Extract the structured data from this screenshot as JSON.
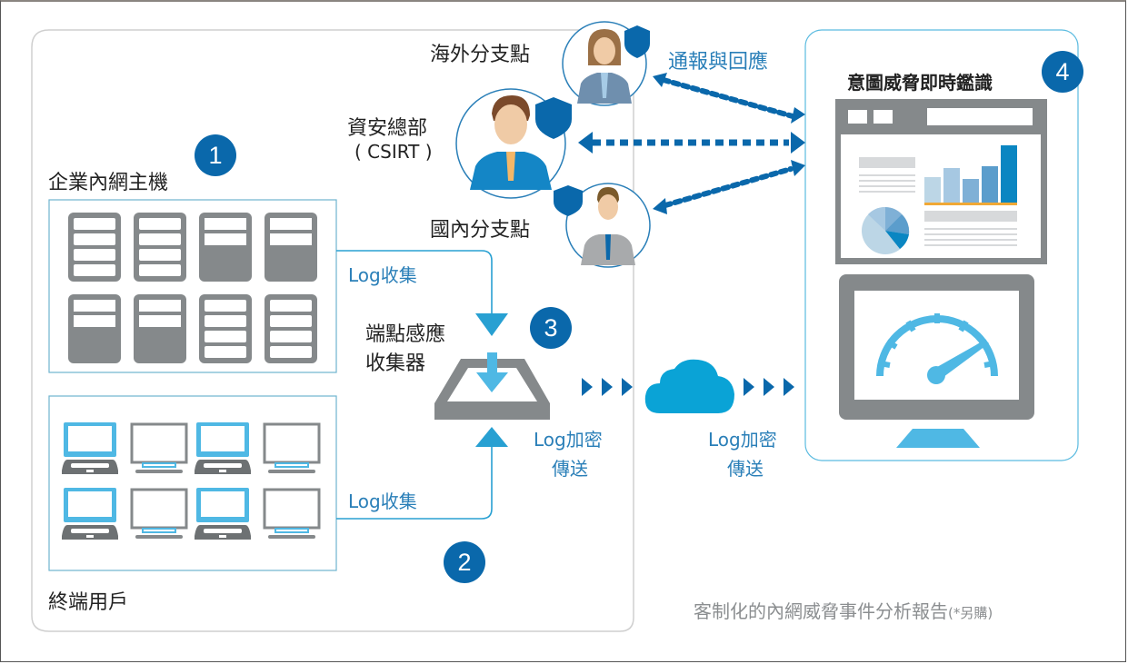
{
  "colors": {
    "badge": "#0a68ab",
    "accent_light": "#4fb8e4",
    "accent_mid": "#28a0d2",
    "dark_blue": "#0a68ab",
    "gray": "#85898b",
    "text_blue": "#2a7fb8",
    "footer_gray": "#8b8e90"
  },
  "sections": {
    "hosts": {
      "label": "企業內網主機",
      "badge": "1"
    },
    "endpoints": {
      "label": "終端用戶",
      "badge": "2"
    },
    "collector": {
      "label_line1": "端點感應",
      "label_line2": "收集器",
      "badge": "3"
    },
    "monitor": {
      "label": "意圖威脅即時鑑識",
      "badge": "4"
    }
  },
  "people": {
    "overseas": {
      "label": "海外分支點"
    },
    "hq": {
      "label_line1": "資安總部",
      "label_line2": "( CSIRT )"
    },
    "domestic": {
      "label": "國內分支點"
    }
  },
  "flows": {
    "log_collect_top": "Log收集",
    "log_collect_bottom": "Log收集",
    "encrypt1_line1": "Log加密",
    "encrypt1_line2": "傳送",
    "encrypt2_line1": "Log加密",
    "encrypt2_line2": "傳送",
    "notify": "通報與回應"
  },
  "footer": {
    "note": "客制化的內網威脅事件分析報告",
    "note_suffix": "(*另購)"
  },
  "icons": {
    "server": "server-icon",
    "laptop": "laptop-icon",
    "desktop": "desktop-monitor-icon",
    "person": "person-avatar-icon",
    "shield": "shield-icon",
    "collector": "collector-tray-icon",
    "cloud": "cloud-icon",
    "dashboard": "dashboard-window-icon",
    "gauge": "speedometer-gauge-icon"
  }
}
